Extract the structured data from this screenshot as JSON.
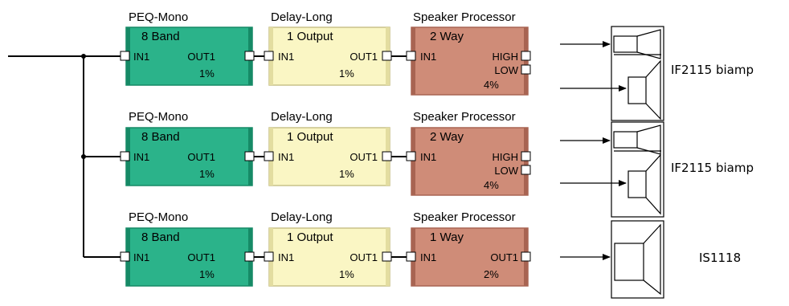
{
  "rows": [
    {
      "peq": {
        "title": "PEQ-Mono",
        "mode": "8 Band",
        "in": "IN1",
        "out": "OUT1",
        "load": "1%"
      },
      "delay": {
        "title": "Delay-Long",
        "mode": "1 Output",
        "in": "IN1",
        "out": "OUT1",
        "load": "1%"
      },
      "sp": {
        "title": "Speaker Processor",
        "mode": "2 Way",
        "in": "IN1",
        "outs": [
          "HIGH",
          "LOW"
        ],
        "load": "4%"
      },
      "speaker": {
        "label": "IF2115 biamp"
      }
    },
    {
      "peq": {
        "title": "PEQ-Mono",
        "mode": "8 Band",
        "in": "IN1",
        "out": "OUT1",
        "load": "1%"
      },
      "delay": {
        "title": "Delay-Long",
        "mode": "1 Output",
        "in": "IN1",
        "out": "OUT1",
        "load": "1%"
      },
      "sp": {
        "title": "Speaker Processor",
        "mode": "2 Way",
        "in": "IN1",
        "outs": [
          "HIGH",
          "LOW"
        ],
        "load": "4%"
      },
      "speaker": {
        "label": "IF2115 biamp"
      }
    },
    {
      "peq": {
        "title": "PEQ-Mono",
        "mode": "8 Band",
        "in": "IN1",
        "out": "OUT1",
        "load": "1%"
      },
      "delay": {
        "title": "Delay-Long",
        "mode": "1 Output",
        "in": "IN1",
        "out": "OUT1",
        "load": "1%"
      },
      "sp": {
        "title": "Speaker Processor",
        "mode": "1 Way",
        "in": "IN1",
        "outs": [
          "OUT1"
        ],
        "load": "2%"
      },
      "speaker": {
        "label": "IS1118"
      }
    }
  ],
  "colors": {
    "peq_fill": "#2BB38A",
    "peq_edge": "#168A66",
    "delay_fill": "#FAF6C4",
    "delay_edge": "#C9C28A",
    "sp_fill": "#CF8C78",
    "sp_edge": "#A86452"
  }
}
